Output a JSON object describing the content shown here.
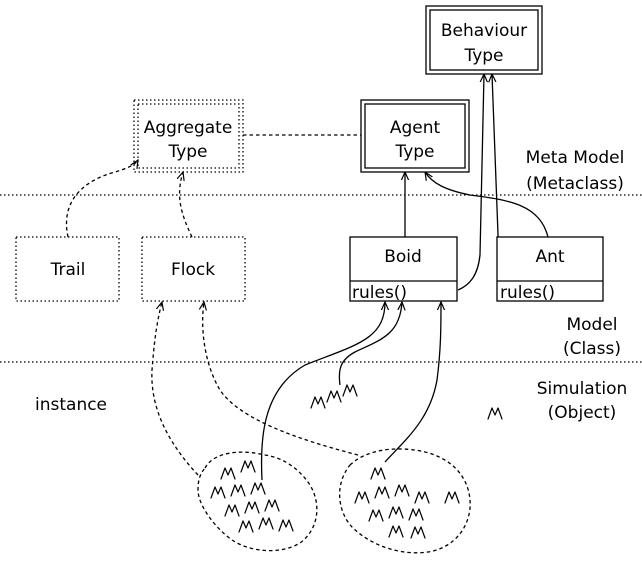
{
  "layers": {
    "meta_model": [
      "Meta Model",
      "(Metaclass)"
    ],
    "model": [
      "Model",
      "(Class)"
    ],
    "simulation": [
      "Simulation",
      "(Object)"
    ]
  },
  "metaclasses": {
    "aggregate_type": [
      "Aggregate",
      "Type"
    ],
    "agent_type": [
      "Agent",
      "Type"
    ],
    "behaviour_type": [
      "Behaviour",
      "Type"
    ]
  },
  "classes": {
    "trail": "Trail",
    "flock": "Flock",
    "boid": {
      "name": "Boid",
      "method": "rules()"
    },
    "ant": {
      "name": "Ant",
      "method": "rules()"
    }
  },
  "annotations": {
    "instance": "instance"
  }
}
